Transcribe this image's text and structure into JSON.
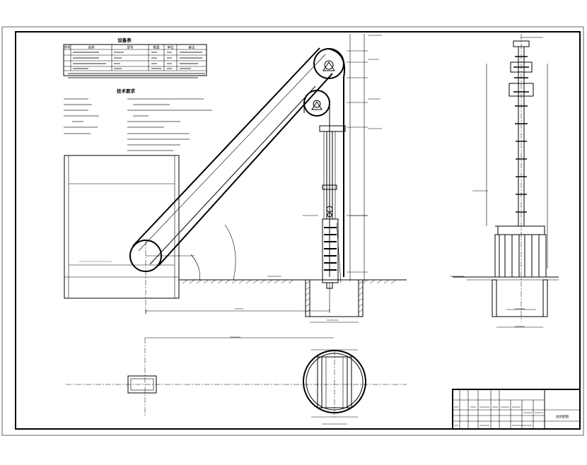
{
  "table": {
    "title": "设备表",
    "headers": [
      "序号",
      "名称",
      "型号",
      "数量",
      "单位",
      "备注"
    ]
  },
  "notes": {
    "title": "技术要求"
  },
  "title_block": {
    "drawing_name": "总装配图"
  }
}
